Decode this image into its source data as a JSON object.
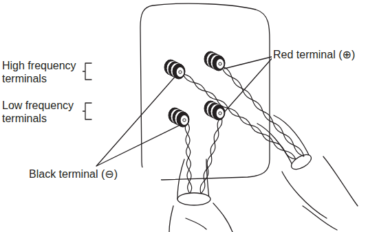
{
  "diagram": {
    "labels": [
      "High frequency terminals",
      "Low frequency terminals",
      "Red terminal (⊕)",
      "Black terminal (⊖)"
    ]
  }
}
